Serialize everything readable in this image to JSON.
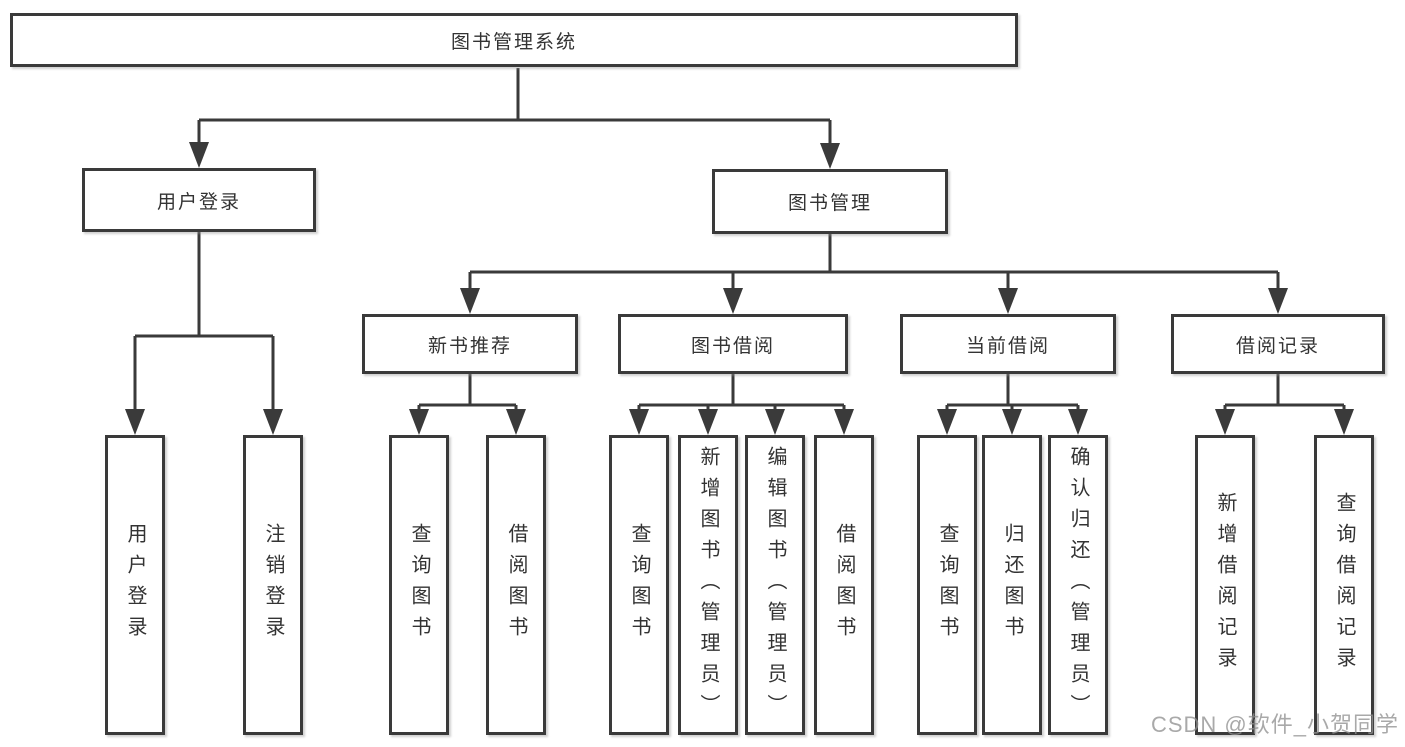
{
  "diagram_title": "图书管理系统",
  "tree": {
    "label": "图书管理系统",
    "children": [
      {
        "label": "用户登录",
        "children": [
          {
            "label": "用户登录"
          },
          {
            "label": "注销登录"
          }
        ]
      },
      {
        "label": "图书管理",
        "children": [
          {
            "label": "新书推荐",
            "children": [
              {
                "label": "查询图书"
              },
              {
                "label": "借阅图书"
              }
            ]
          },
          {
            "label": "图书借阅",
            "children": [
              {
                "label": "查询图书"
              },
              {
                "label": "新增图书（管理员）"
              },
              {
                "label": "编辑图书（管理员）"
              },
              {
                "label": "借阅图书"
              }
            ]
          },
          {
            "label": "当前借阅",
            "children": [
              {
                "label": "查询图书"
              },
              {
                "label": "归还图书"
              },
              {
                "label": "确认归还（管理员）"
              }
            ]
          },
          {
            "label": "借阅记录",
            "children": [
              {
                "label": "新增借阅记录"
              },
              {
                "label": "查询借阅记录"
              }
            ]
          }
        ]
      }
    ]
  },
  "watermark": {
    "text": "CSDN @软件_小贺同学"
  },
  "colors": {
    "line": "#3a3a3a",
    "box_border": "#3a3a3a",
    "text": "#333333",
    "background": "#ffffff",
    "watermark": "#919191"
  }
}
